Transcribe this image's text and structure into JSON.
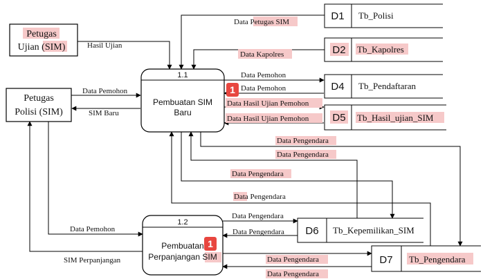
{
  "entities": {
    "petugas_ujian": [
      "Petugas",
      "Ujian (SIM)"
    ],
    "petugas_polisi": [
      "Petugas",
      "Polisi (SIM)"
    ]
  },
  "processes": {
    "p11": {
      "id": "1.1",
      "name": [
        "Pembuatan SIM",
        "Baru"
      ],
      "badge": "1"
    },
    "p12": {
      "id": "1.2",
      "name": [
        "Pembuatan",
        "Perpanjangan SIM"
      ],
      "badge": "1"
    }
  },
  "stores": {
    "d1": {
      "id": "D1",
      "name": "Tb_Polisi"
    },
    "d2": {
      "id": "D2",
      "name": "Tb_Kapolres"
    },
    "d4": {
      "id": "D4",
      "name": "Tb_Pendaftaran"
    },
    "d5": {
      "id": "D5",
      "name": "Tb_Hasil_ujian_SIM"
    },
    "d6": {
      "id": "D6",
      "name": "Tb_Kepemilikan_SIM"
    },
    "d7": {
      "id": "D7",
      "name": "Tb_Pengendara"
    }
  },
  "flows": {
    "data_petugas_sim": "Data Petugas SIM",
    "hasil_ujian": "Hasil Ujian",
    "data_kapolres": "Data Kapolres",
    "data_pemohon_1": "Data Pemohon",
    "data_pemohon_2": "Data Pemohon",
    "data_pemohon_left": "Data Pemohon",
    "sim_baru": "SIM Baru",
    "data_hasil_1": "Data Hasil Ujian Pemohon",
    "data_hasil_2": "Data Hasil Ujian Pemohon",
    "peng_1": "Data Pengendara",
    "peng_2": "Data Pengendara",
    "peng_3": "Data Pengendara",
    "peng_4": "Data Pengendara",
    "peng_5": "Data Pengendara",
    "peng_6": "Data Pengendara",
    "peng_7": "Data Pengendara",
    "peng_8": "Data Pengendara",
    "data_pemohon_bottom": "Data Pemohon",
    "sim_perpanjangan": "SIM Perpanjangan"
  }
}
